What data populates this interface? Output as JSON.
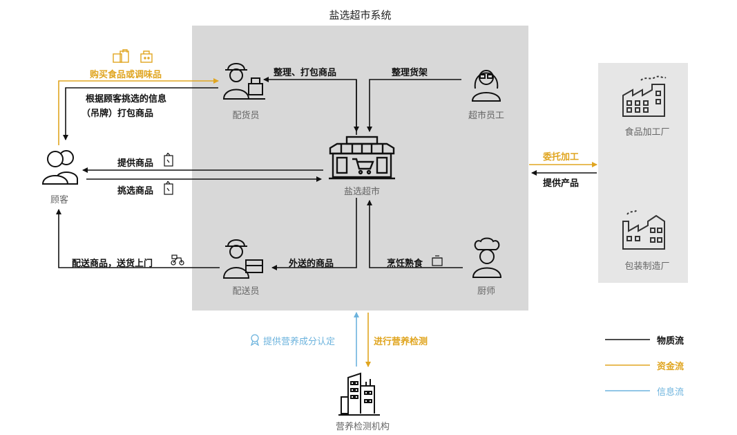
{
  "title": "盐选超市系统",
  "nodes": {
    "picker": "配货员",
    "staff": "超市员工",
    "market": "盐选超市",
    "courier": "配送员",
    "chef": "厨师",
    "customer": "顾客",
    "food_factory": "食品加工厂",
    "pack_factory": "包装制造厂",
    "lab": "营养检测机构"
  },
  "edges": {
    "buy_food": "购买食品或调味品",
    "pack_by_tag_1": "根据顾客挑选的信息",
    "pack_by_tag_2": "（吊牌）打包商品",
    "sort_pack": "整理、打包商品",
    "tidy_shelf": "整理货架",
    "provide_goods": "提供商品",
    "choose_goods": "挑选商品",
    "delivery": "配送商品，送货上门",
    "takeout": "外送的商品",
    "cook": "烹饪熟食",
    "entrust": "委托加工",
    "supply": "提供产品",
    "nutrition_cert": "提供营养成分认定",
    "nutrition_test": "进行营养检测"
  },
  "legend": {
    "material": "物质流",
    "money": "资金流",
    "info": "信息流"
  },
  "colors": {
    "material": "#111111",
    "money": "#e0a520",
    "info": "#6cb3dd",
    "panel": "#d8d8d8",
    "factory_panel": "#e6e6e6"
  }
}
